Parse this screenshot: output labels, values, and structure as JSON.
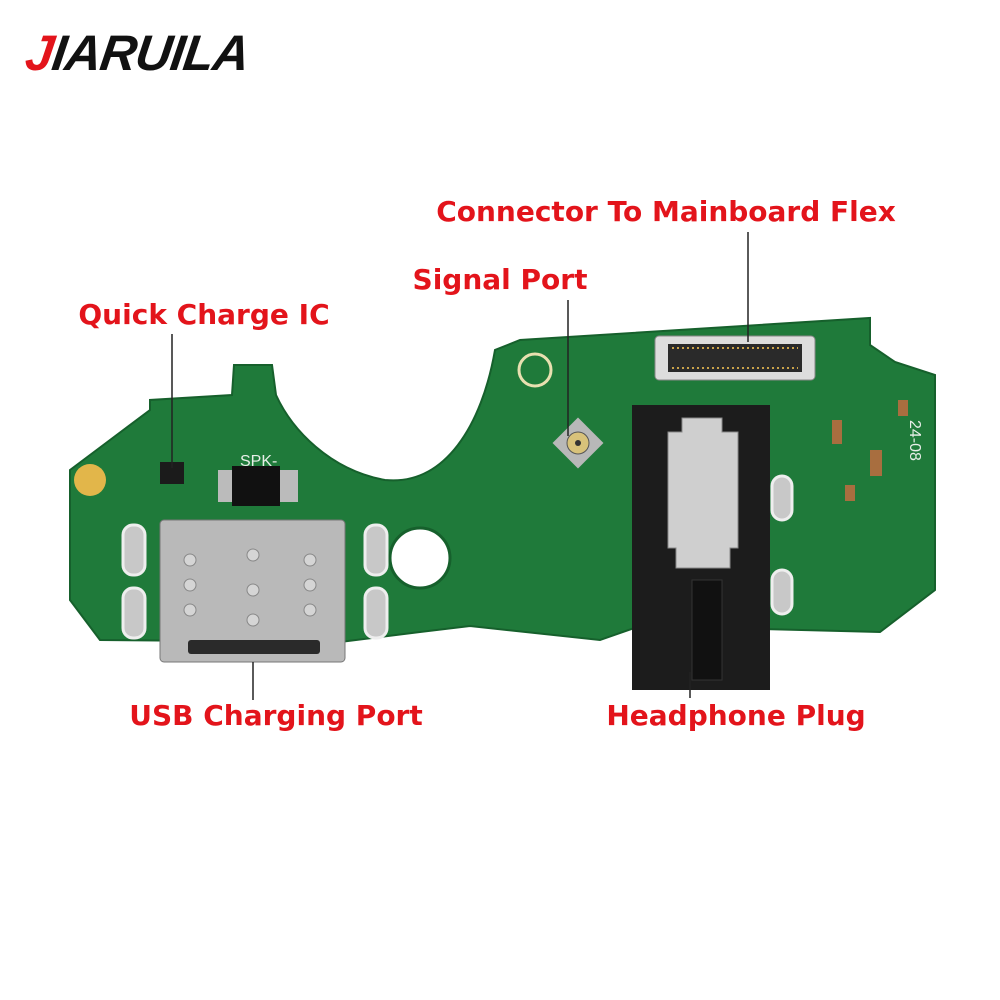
{
  "brand": {
    "logo_first": "J",
    "logo_rest": "IARUILA",
    "logo_text": "JIARUILA"
  },
  "labels": {
    "connector": "Connector To Mainboard Flex",
    "signal": "Signal Port",
    "quick_charge": "Quick Charge IC",
    "usb": "USB Charging Port",
    "headphone": "Headphone Plug"
  },
  "board_text": {
    "spk": "SPK-",
    "date": "24-08"
  },
  "colors": {
    "label": "#e3141b",
    "board": "#1f7a3a",
    "logo": "#111111"
  }
}
